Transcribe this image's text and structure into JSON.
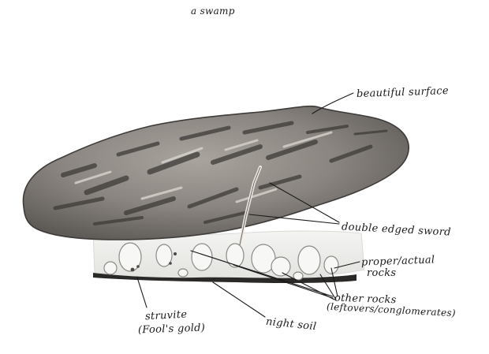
{
  "title": "a swamp",
  "labels": {
    "beautiful_surface": "beautiful surface",
    "double_edged_sword": "double edged sword",
    "proper_actual": "proper/actual",
    "rocks": "rocks",
    "other_rocks": "other rocks",
    "leftovers": "(leftovers/conglomerates)",
    "struvite": "struvite",
    "fools_gold": "(Fool's gold)",
    "night_soil": "night soil"
  },
  "colors": {
    "ink": "#1a1a1a",
    "rock_base": "#8a8580",
    "rock_dark": "#3e3b38",
    "rock_light": "#d8d4ce",
    "ground": "#ececea",
    "paper": "#ffffff"
  }
}
